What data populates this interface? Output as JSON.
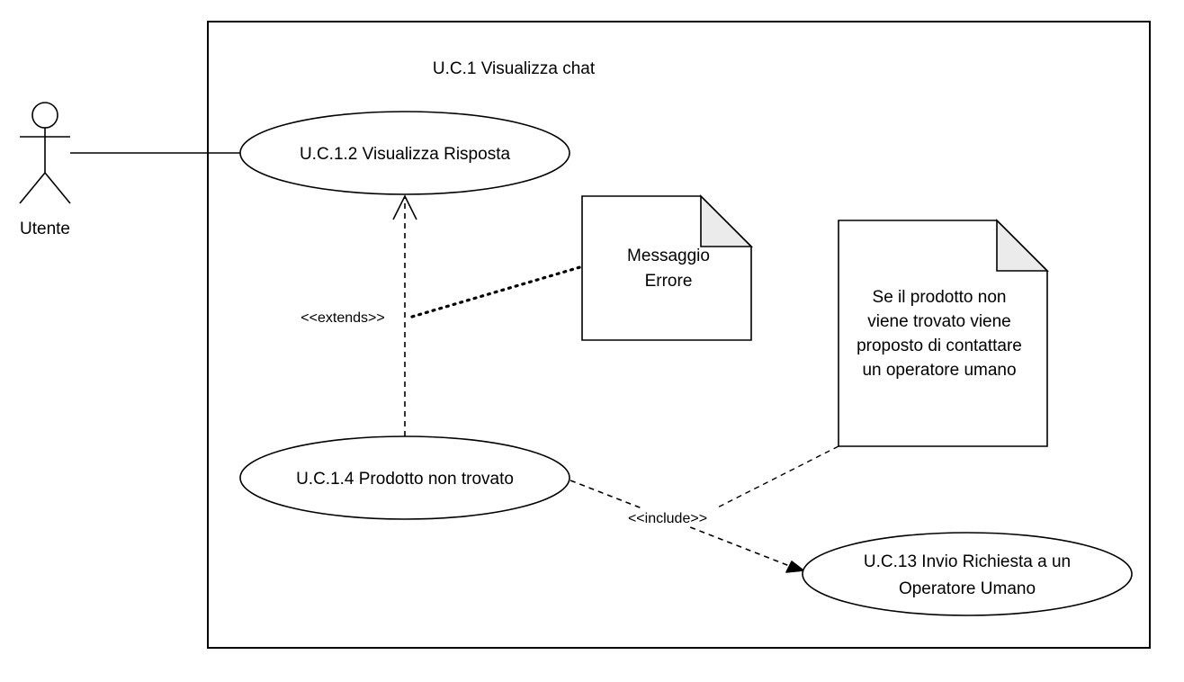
{
  "diagram": {
    "system_title": "U.C.1 Visualizza chat",
    "actor": {
      "label": "Utente"
    },
    "use_cases": {
      "uc12": {
        "label": "U.C.1.2 Visualizza Risposta"
      },
      "uc14": {
        "label": "U.C.1.4 Prodotto non trovato"
      },
      "uc13": {
        "line1": "U.C.13 Invio Richiesta a un",
        "line2": "Operatore Umano"
      }
    },
    "notes": {
      "error": {
        "line1": "Messaggio",
        "line2": "Errore"
      },
      "operator": {
        "line1": "Se il prodotto non",
        "line2": "viene trovato viene",
        "line3": "proposto di contattare",
        "line4": "un operatore umano"
      }
    },
    "relations": {
      "extends": "<<extends>>",
      "include": "<<include>>"
    }
  }
}
